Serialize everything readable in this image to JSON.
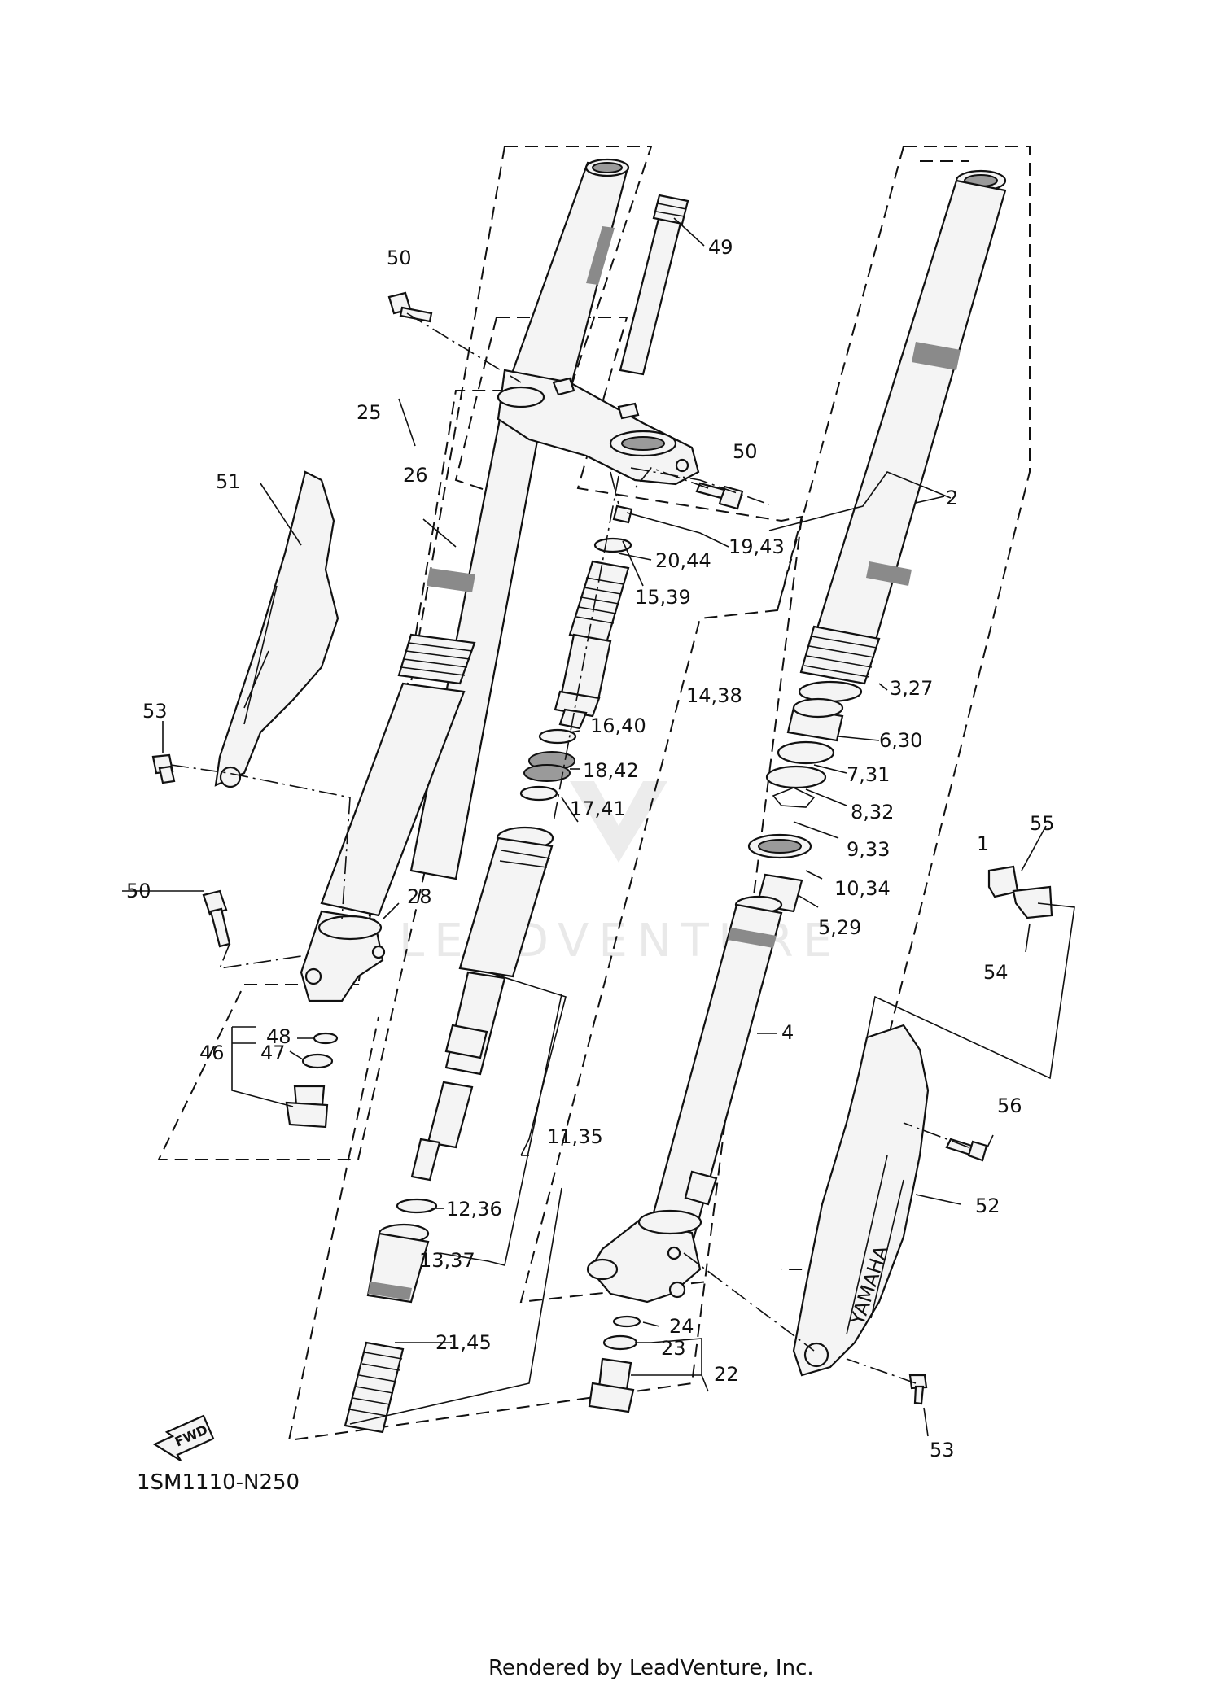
{
  "diagram": {
    "code": "1SM1110-N250",
    "footer": "Rendered by LeadVenture, Inc.",
    "watermark": "LEADVENTURE",
    "fwd_label": "FWD",
    "brand_text": "YAMAHA",
    "callouts": {
      "c1": "1",
      "c2": "2",
      "c3_27": "3,27",
      "c4": "4",
      "c5_29": "5,29",
      "c6_30": "6,30",
      "c7_31": "7,31",
      "c8_32": "8,32",
      "c9_33": "9,33",
      "c10_34": "10,34",
      "c11_35": "11,35",
      "c12_36": "12,36",
      "c13_37": "13,37",
      "c14_38": "14,38",
      "c15_39": "15,39",
      "c16_40": "16,40",
      "c17_41": "17,41",
      "c18_42": "18,42",
      "c19_43": "19,43",
      "c20_44": "20,44",
      "c21_45": "21,45",
      "c22": "22",
      "c23": "23",
      "c24": "24",
      "c25": "25",
      "c26": "26",
      "c28": "28",
      "c46": "46",
      "c47": "47",
      "c48": "48",
      "c49": "49",
      "c50_top": "50",
      "c50_mid": "50",
      "c50_left": "50",
      "c51": "51",
      "c52": "52",
      "c53_left": "53",
      "c53_right": "53",
      "c54": "54",
      "c55": "55",
      "c56": "56"
    }
  }
}
